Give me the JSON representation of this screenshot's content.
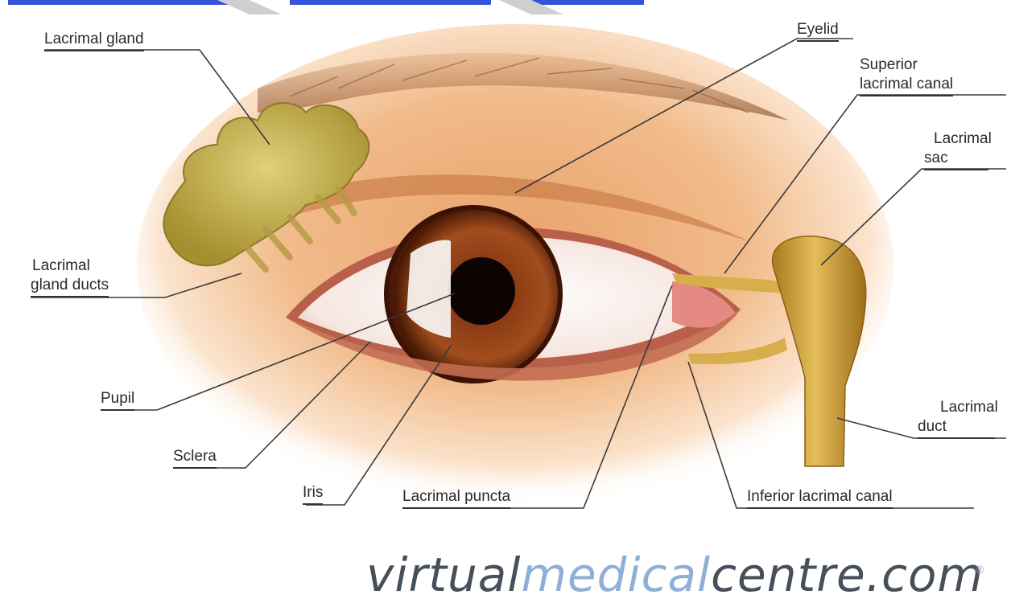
{
  "labels": {
    "lacrimal_gland": "Lacrimal gland",
    "eyelid": "Eyelid",
    "superior_canal_1": "Superior",
    "superior_canal_2": "lacrimal canal",
    "lacrimal_sac_1": "Lacrimal",
    "lacrimal_sac_2": "sac",
    "gland_ducts_1": "Lacrimal",
    "gland_ducts_2": "gland ducts",
    "pupil": "Pupil",
    "sclera": "Sclera",
    "iris": "Iris",
    "lacrimal_puncta": "Lacrimal puncta",
    "inferior_canal": "Inferior lacrimal canal",
    "lacrimal_duct_1": "Lacrimal",
    "lacrimal_duct_2": "duct"
  },
  "logo": {
    "part1": "virtual",
    "part2": "medical",
    "part3": "centre.com",
    "mark": "®"
  },
  "colors": {
    "iris": "#7a2f10",
    "gland": "#c4b04a",
    "duct": "#c89a35",
    "skin": "#e8a774",
    "logo_dark": "#47505a",
    "logo_light": "#8fb0d6",
    "top_text": "#1f3fd6"
  }
}
